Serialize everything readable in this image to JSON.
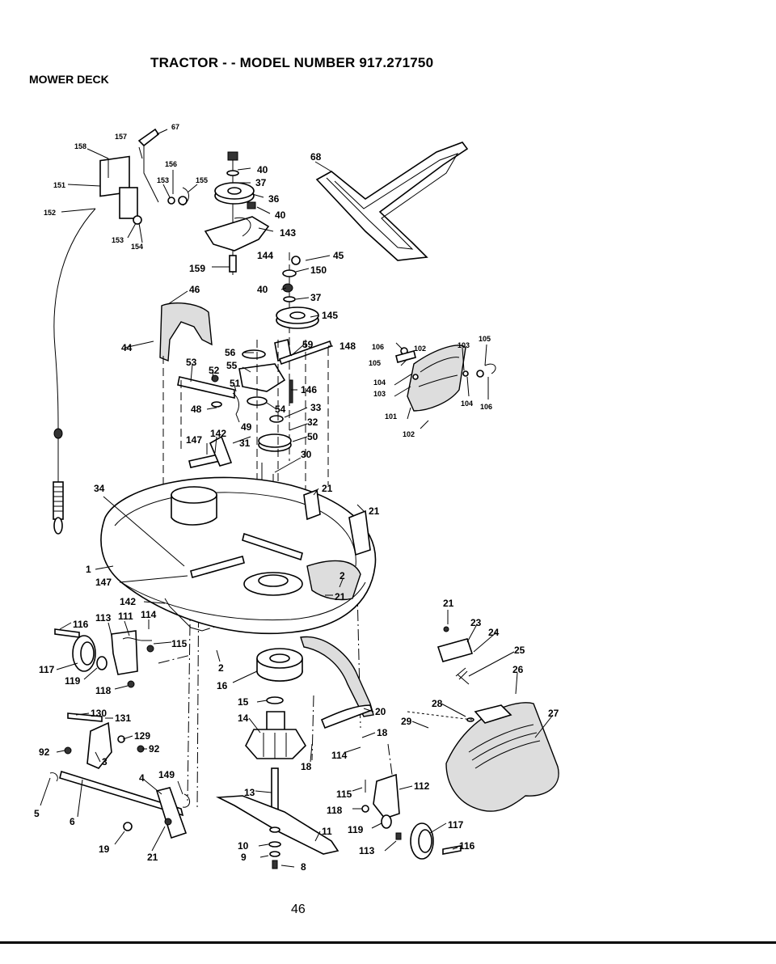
{
  "header": {
    "title": "TRACTOR - - MODEL NUMBER 917.271750",
    "section": "MOWER DECK"
  },
  "footer": {
    "page_number": "46"
  },
  "callouts": [
    "67",
    "157",
    "158",
    "156",
    "153",
    "155",
    "151",
    "152",
    "153",
    "154",
    "40",
    "37",
    "36",
    "40",
    "143",
    "144",
    "159",
    "68",
    "45",
    "150",
    "40",
    "37",
    "145",
    "46",
    "44",
    "56",
    "55",
    "59",
    "148",
    "53",
    "52",
    "51",
    "146",
    "54",
    "33",
    "48",
    "32",
    "49",
    "50",
    "31",
    "147",
    "142",
    "30",
    "106",
    "105",
    "102",
    "103",
    "105",
    "104",
    "103",
    "104",
    "106",
    "101",
    "102",
    "34",
    "21",
    "21",
    "1",
    "147",
    "2",
    "21",
    "142",
    "116",
    "113",
    "111",
    "114",
    "115",
    "117",
    "119",
    "118",
    "2",
    "16",
    "21",
    "23",
    "24",
    "25",
    "26",
    "28",
    "29",
    "27",
    "15",
    "14",
    "20",
    "18",
    "114",
    "18",
    "130",
    "131",
    "129",
    "92",
    "92",
    "3",
    "5",
    "6",
    "4",
    "149",
    "19",
    "21",
    "13",
    "115",
    "112",
    "118",
    "119",
    "117",
    "11",
    "10",
    "9",
    "8",
    "113",
    "116"
  ]
}
